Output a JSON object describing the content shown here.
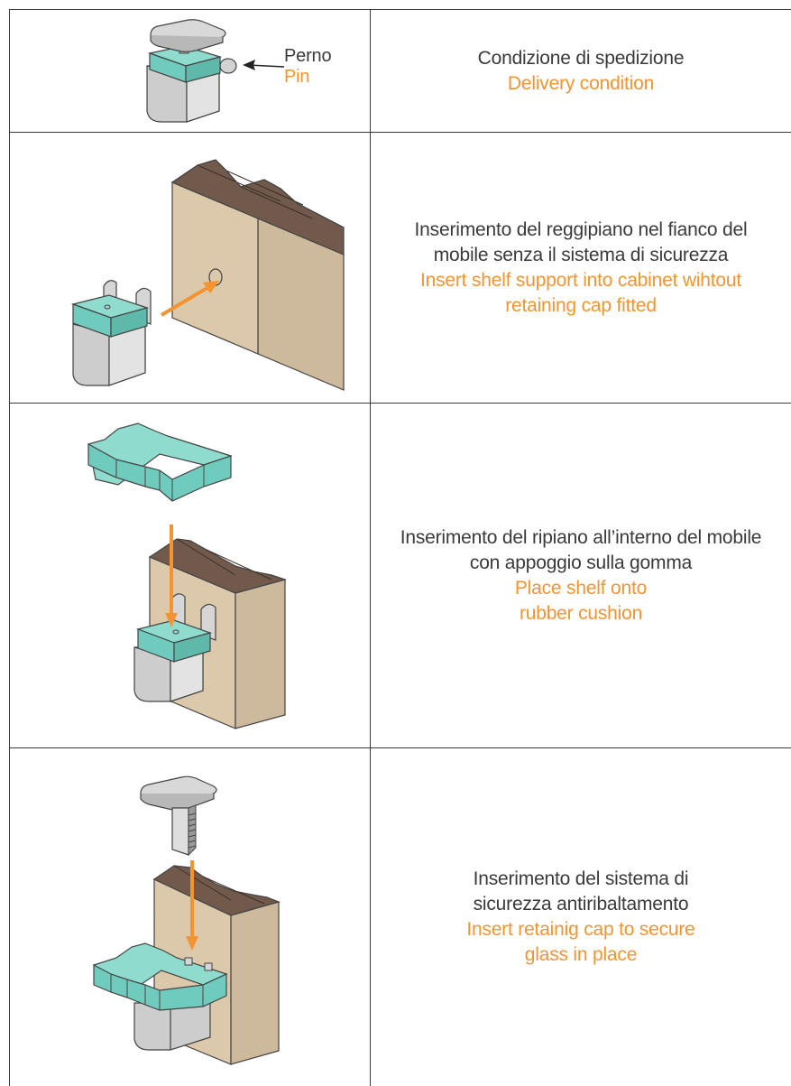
{
  "colors": {
    "text_it": "#3a3a3a",
    "text_en": "#f39433",
    "border": "#3a3a3a",
    "rubber": "#6fcbbd",
    "wood_side": "#dcc8aa",
    "wood_top": "#715a4b",
    "metal": "#cfcfcf",
    "arrow": "#f39433"
  },
  "rows": [
    {
      "callout": {
        "it": "Perno",
        "en": "Pin"
      },
      "it": [
        "Condizione di spedizione"
      ],
      "en": [
        "Delivery condition"
      ]
    },
    {
      "it": [
        "Inserimento del reggipiano nel fianco del",
        "mobile senza il sistema di sicurezza"
      ],
      "en": [
        "Insert shelf support into cabinet wihtout",
        "retaining cap fitted"
      ]
    },
    {
      "it": [
        "Inserimento del ripiano all’interno del mobile",
        "con appoggio sulla gomma"
      ],
      "en": [
        "Place shelf onto",
        "rubber cushion"
      ]
    },
    {
      "it": [
        "Inserimento del sistema di",
        "sicurezza antiribaltamento"
      ],
      "en": [
        "Insert retainig cap to secure",
        "glass in place"
      ]
    }
  ]
}
